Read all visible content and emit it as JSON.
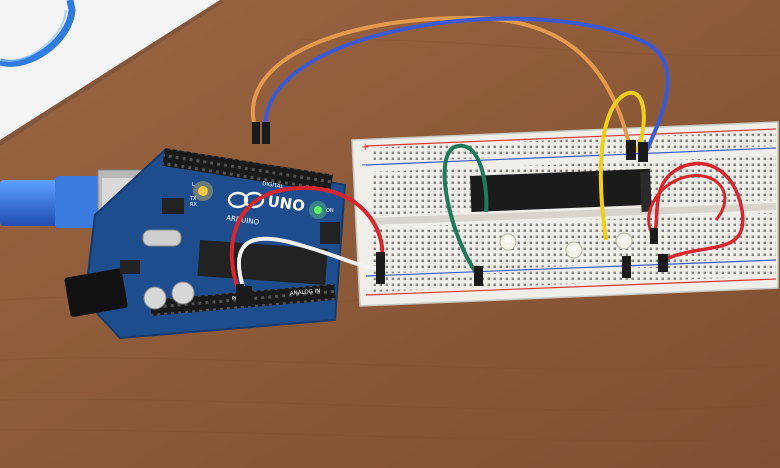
{
  "board": {
    "brand": "ARDUINO",
    "model": "UNO",
    "digital_label": "DIGITAL",
    "analog_label": "ANALOG IN",
    "power_label": "POWER",
    "on_label": "ON",
    "tx_label": "TX",
    "rx_label": "RX",
    "l_label": "L"
  },
  "breadboard": {
    "plus_label": "+",
    "minus_label": "−"
  },
  "colors": {
    "table": "#8f5d3b",
    "pcb": "#1f4f8f",
    "breadboard": "#efeee9",
    "wire_orange": "#e39a4c",
    "wire_blue": "#3b5bd6",
    "wire_yellow": "#f0cf1a",
    "wire_green": "#1f7a5a",
    "wire_red": "#d8262c",
    "wire_white": "#f2f2f2",
    "usb_cable": "#2f6fd0"
  }
}
